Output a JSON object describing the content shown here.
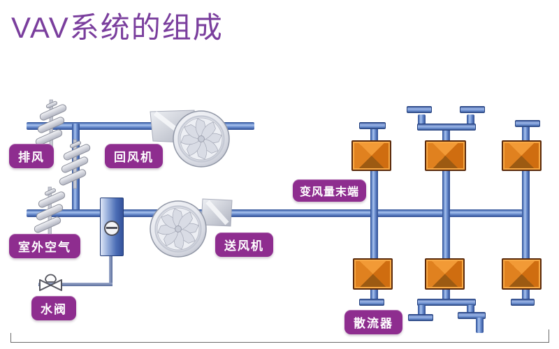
{
  "title": "VAV系统的组成",
  "labels": {
    "exhaust": "排风",
    "return_fan": "回风机",
    "outdoor_air": "室外空气",
    "supply_fan": "送风机",
    "water_valve": "水阀",
    "vav_terminal": "变风量末端",
    "diffuser": "散流器"
  },
  "colors": {
    "title_purple": "#7a3e9d",
    "label_purple": "#8e2d8f",
    "pipe_blue": "#7d9fdb",
    "terminal_orange_top": "#f29a36",
    "terminal_orange_dark": "#9c5a12"
  }
}
